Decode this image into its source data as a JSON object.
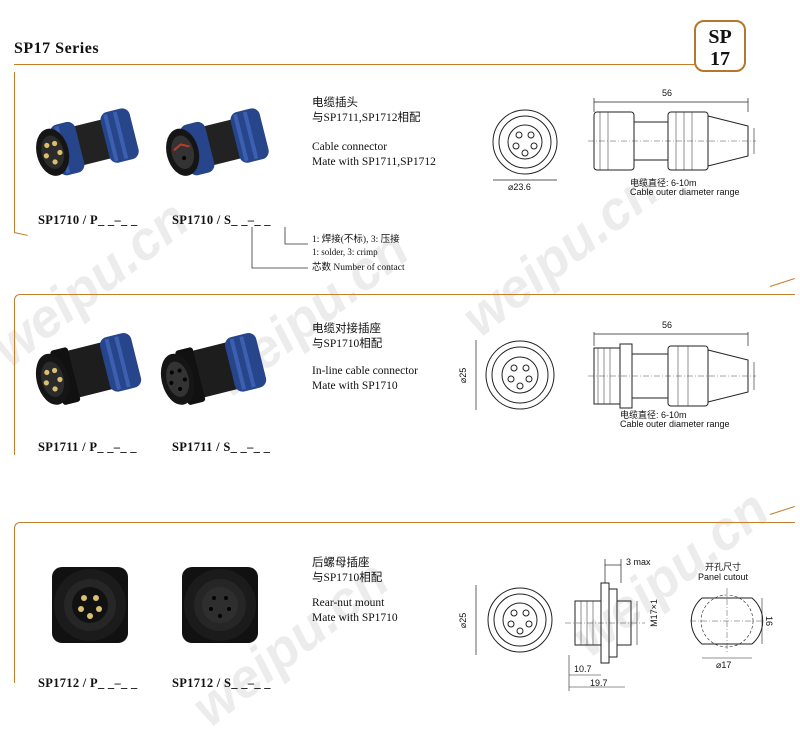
{
  "header": {
    "series_title": "SP17 Series",
    "badge_line1": "SP",
    "badge_line2": "17"
  },
  "watermark": "weipu.cn",
  "sections": [
    {
      "labels": [
        "SP1710 / P_ _–_ _",
        "SP1710 / S_ _–_ _"
      ],
      "desc_cn_title": "电缆插头",
      "desc_cn_mate": "与SP1711,SP1712相配",
      "desc_en_title": "Cable connector",
      "desc_en_mate": "Mate with  SP1711,SP1712",
      "front_dim": "⌀23.6",
      "side_dim": "56",
      "cable_cn": "电缆直径: 6-10m",
      "cable_en": "Cable outer  diameter range"
    },
    {
      "labels": [
        "SP1711 / P_ _–_ _",
        "SP1711 / S_ _–_ _"
      ],
      "desc_cn_title": "电缆对接插座",
      "desc_cn_mate": "与SP1710相配",
      "desc_en_title": "In-line cable connector",
      "desc_en_mate": "Mate with  SP1710",
      "front_dim": "⌀25",
      "side_dim": "56",
      "cable_cn": "电缆直径: 6-10m",
      "cable_en": "Cable outer  diameter range"
    },
    {
      "labels": [
        "SP1712 / P_ _–_ _",
        "SP1712 / S_ _–_ _"
      ],
      "desc_cn_title": "后螺母插座",
      "desc_cn_mate": "与SP1710相配",
      "desc_en_title": "Rear-nut mount",
      "desc_en_mate": "Mate with  SP1710",
      "front_dim": "⌀25",
      "dim_3max": "3 max",
      "dim_thread": "M17×1",
      "dim_107": "10.7",
      "dim_197": "19.7",
      "panel_cn": "开孔尺寸",
      "panel_en": "Panel cutout",
      "panel_16": "16",
      "panel_17": "⌀17"
    }
  ],
  "legend": {
    "termination_cn": "1: 焊接(不标),  3: 压接",
    "termination_en": "1: solder, 3: crimp",
    "contacts": "芯数 Number of contact"
  },
  "colors": {
    "bracket": "#c47d2c",
    "badge_border": "#b5772a",
    "nut_blue": "#27458a",
    "body_black": "#151515"
  }
}
